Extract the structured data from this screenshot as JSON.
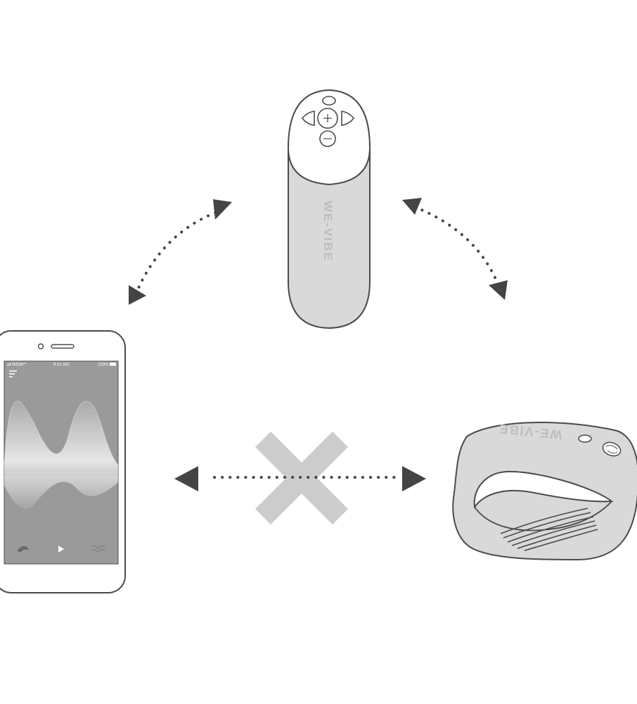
{
  "remote": {
    "brand_text": "WE-VIBE"
  },
  "phone": {
    "status_carrier": "WOW",
    "status_time": "9:41 AM",
    "status_battery": "100%"
  },
  "device": {
    "brand_text": "WE-VIBE"
  },
  "colors": {
    "outline": "#4a4a4a",
    "device_fill": "#d9d9d9",
    "screen_fill": "#9a9a9a",
    "arrow": "#444444",
    "cross": "#cccccc"
  }
}
